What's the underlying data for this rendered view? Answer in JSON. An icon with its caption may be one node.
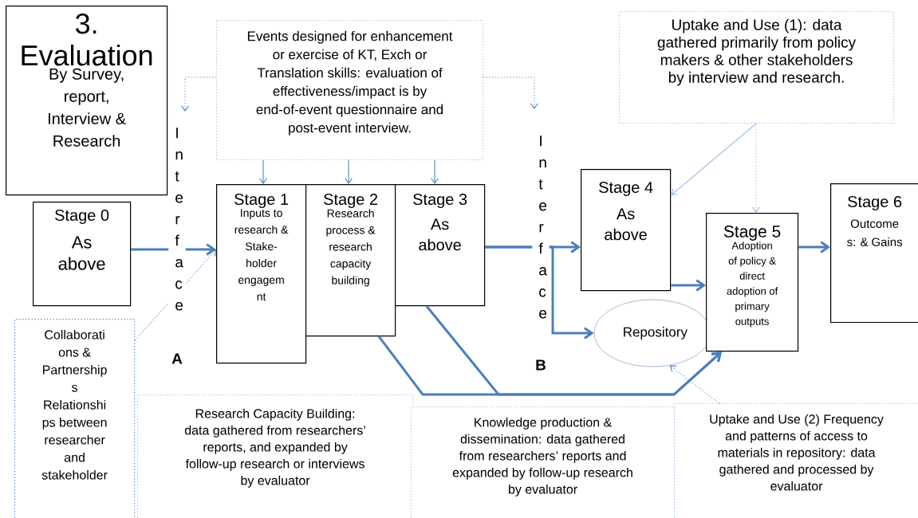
{
  "diagram": {
    "nodes": [
      {
        "text": [
          "3. Evaluation",
          "By Survey, report, Interview & Research"
        ]
      },
      {
        "text": [
          "Events designed for enhancement or exercise of KT, Exch or Translation skills: evaluation of effectiveness/impact is by end-of-event questionnaire and post-event interview."
        ]
      },
      {
        "text": [
          "Uptake and Use (1): data gathered primarily from policy makers & other stakeholders by interview and research."
        ]
      },
      {
        "text": [
          "Stage 0",
          "As above"
        ]
      },
      {
        "text": [
          "Stage 1",
          "Inputs to research & Stake- holder engagem nt"
        ]
      },
      {
        "text": [
          "Stage 2",
          "Research process & research capacity building"
        ]
      },
      {
        "text": [
          "Stage 3",
          "As above"
        ]
      },
      {
        "text": [
          "Stage 4",
          "As above"
        ]
      },
      {
        "text": [
          "Repository"
        ]
      },
      {
        "text": [
          "Stage 5",
          "Adoption of policy & direct adoption of primary outputs"
        ]
      },
      {
        "text": [
          "Stage 6",
          "Outcome s: & Gains"
        ]
      },
      {
        "text": [
          "Collaborati ons & Partnership s Relationshi ps between researcher and stakeholder"
        ]
      },
      {
        "text": [
          "Research Capacity Building: data gathered from researchers’ reports, and expanded by follow-up research or interviews by evaluator"
        ]
      },
      {
        "text": [
          "Knowledge production & dissemination: data gathered from researchers’ reports and expanded by follow-up research by evaluator"
        ]
      },
      {
        "text": [
          "Uptake and Use (2) Frequency and patterns of access to materials in repository: data gathered and processed by evaluator"
        ]
      }
    ],
    "edges": [
      {
        "from": 1,
        "to": null,
        "arrow": "to",
        "style": "dashed"
      },
      {
        "from": 1,
        "to": null,
        "arrow": "to",
        "style": "dashed"
      },
      {
        "from": 1,
        "to": 4,
        "arrow": "to"
      },
      {
        "from": 1,
        "to": 5,
        "arrow": "to"
      },
      {
        "from": 1,
        "to": 6,
        "arrow": "to"
      },
      {
        "from": 3,
        "to": 4,
        "arrow": "to",
        "style": "thick"
      },
      {
        "from": 11,
        "to": 4,
        "arrow": "to",
        "style": "dashed"
      },
      {
        "from": 6,
        "to": 7,
        "arrow": "to",
        "style": "thick"
      },
      {
        "from": 6,
        "to": 8,
        "arrow": "to",
        "style": "thick"
      },
      {
        "from": 7,
        "to": 9,
        "arrow": "to",
        "style": "thick"
      },
      {
        "from": 5,
        "to": 9,
        "arrow": "to",
        "style": "thick"
      },
      {
        "from": 6,
        "to": 9,
        "arrow": "to",
        "style": "thick"
      },
      {
        "from": 9,
        "to": 10,
        "arrow": "to",
        "style": "thick"
      },
      {
        "from": 2,
        "to": 7,
        "arrow": "to",
        "color": "#8db3e2"
      },
      {
        "from": 2,
        "to": 9,
        "arrow": "to",
        "style": "dashed",
        "color": "#8db3e2"
      },
      {
        "from": 14,
        "to": 8,
        "arrow": "to",
        "style": "dashed"
      }
    ],
    "labels": [
      "I n t e r f a c e",
      "A",
      "I n t e r f a c e",
      "B"
    ]
  }
}
